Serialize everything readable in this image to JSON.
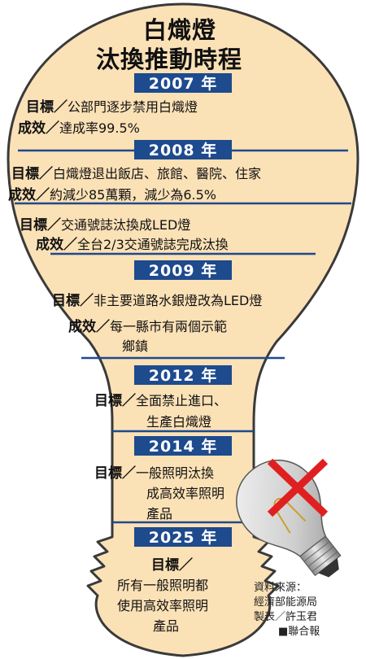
{
  "title": {
    "line1": "白熾燈",
    "line2": "汰換推動時程"
  },
  "labels": {
    "goal": "目標／",
    "result": "成效／"
  },
  "sections": [
    {
      "year": "2007 年",
      "goal": "公部門逐步禁用白熾燈",
      "result": "達成率99.5%"
    },
    {
      "year": "2008 年",
      "goal": "白熾燈退出飯店、旅館、醫院、住家",
      "result": "約減少85萬顆，減少為6.5%",
      "goal2": "交通號誌汰換成LED燈",
      "result2": "全台2/3交通號誌完成汰換"
    },
    {
      "year": "2009 年",
      "goal": "非主要道路水銀燈改為LED燈",
      "result_line1": "每一縣市有兩個示範",
      "result_line2": "鄉鎮"
    },
    {
      "year": "2012 年",
      "goal_line1": "全面禁止進口、",
      "goal_line2": "生產白熾燈"
    },
    {
      "year": "2014 年",
      "goal_line1": "一般照明汰換",
      "goal_line2": "成高效率照明",
      "goal_line3": "產品"
    },
    {
      "year": "2025 年",
      "goal_line1": "所有一般照明都",
      "goal_line2": "使用高效率照明",
      "goal_line3": "產品"
    }
  ],
  "source": {
    "line1": "資料來源：",
    "line2": "經濟部能源局",
    "line3": "製表／許玉君",
    "line4": "■聯合報"
  },
  "colors": {
    "bulb_fill": "#fbe1b6",
    "bulb_outline": "#3a3a3a",
    "year_bar": "#1e4a8e",
    "divider": "#1e4a8e",
    "cross": "#e02020"
  }
}
